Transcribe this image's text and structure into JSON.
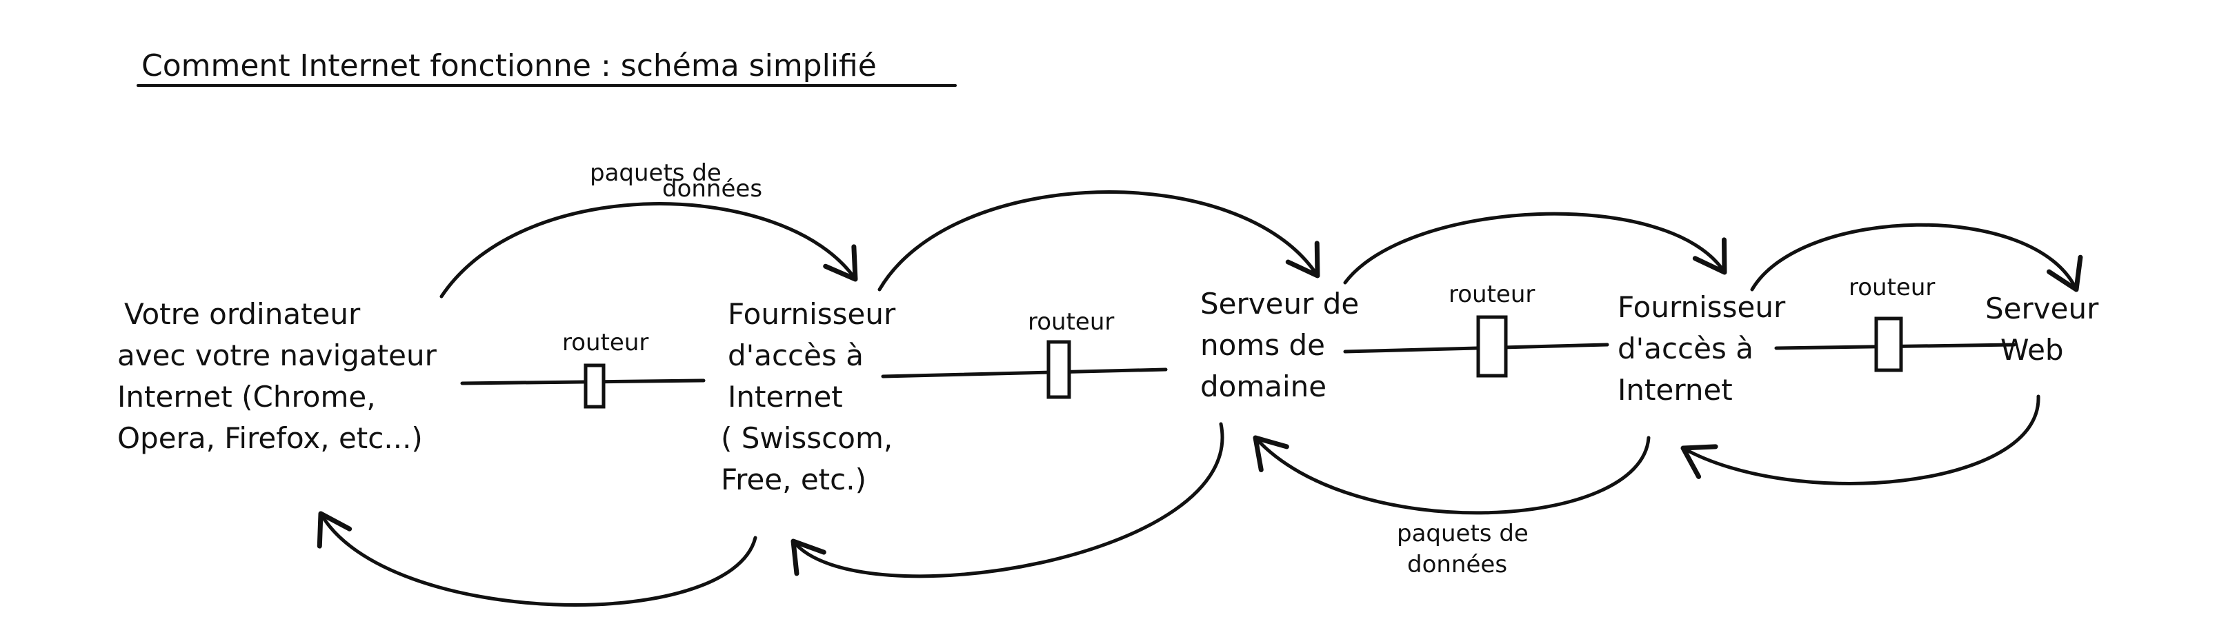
{
  "title": "Comment Internet fonctionne : schéma simplifié",
  "nodes": {
    "computer": [
      "Votre ordinateur",
      "avec votre navigateur",
      "Internet (Chrome,",
      "Opera, Firefox, etc...)"
    ],
    "isp1": [
      "Fournisseur",
      "d'accès à",
      "Internet",
      "( Swisscom,",
      "Free, etc.)"
    ],
    "dns": [
      "Serveur de",
      "noms de",
      "domaine"
    ],
    "isp2": [
      "Fournisseur",
      "d'accès à",
      "Internet"
    ],
    "web": [
      "Serveur",
      "Web"
    ]
  },
  "routers": [
    "routeur",
    "routeur",
    "routeur",
    "routeur"
  ],
  "packets_top": [
    "paquets de",
    "données"
  ],
  "packets_bottom": [
    "paquets de",
    "données"
  ]
}
